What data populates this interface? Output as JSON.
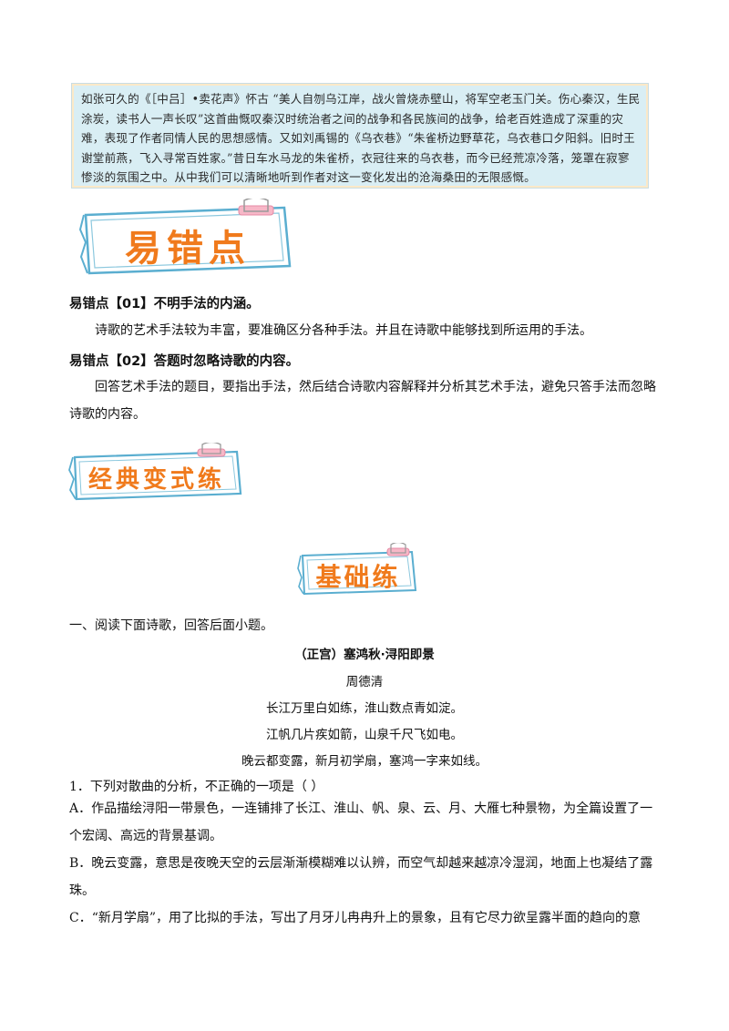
{
  "intro_text": "如张可久的《［中吕］•卖花声》怀古 “美人自刎乌江岸，战火曾烧赤壁山，将军空老玉门关。伤心秦汉，生民涂炭，读书人一声长叹”这首曲慨叹秦汉时统治者之间的战争和各民族间的战争，给老百姓造成了深重的灾难，表现了作者同情人民的思想感情。又如刘禹锡的《乌衣巷》“朱雀桥边野草花，乌衣巷口夕阳斜。旧时王谢堂前燕，飞入寻常百姓家。”昔日车水马龙的朱雀桥，衣冠往来的乌衣巷，而今已经荒凉冷落，笼罩在寂寥惨淡的氛围之中。从中我们可以清晰地听到作者对这一变化发出的沧海桑田的无限感慨。",
  "banners": {
    "errors": "易错点",
    "classic": "经典变式练",
    "basic": "基础练"
  },
  "errors": [
    {
      "heading": "易错点【01】不明手法的内涵。",
      "text": "诗歌的艺术手法较为丰富，要准确区分各种手法。并且在诗歌中能够找到所运用的手法。"
    },
    {
      "heading": "易错点【02】答题时忽略诗歌的内容。",
      "text": "回答艺术手法的题目，要指出手法，然后结合诗歌内容解释并分析其艺术手法，避免只答手法而忽略诗歌的内容。"
    }
  ],
  "section_intro": "一、阅读下面诗歌，回答后面小题。",
  "poem": {
    "title": "（正宫）塞鸿秋·浔阳即景",
    "author": "周德清",
    "lines": [
      "长江万里白如练，淮山数点青如淀。",
      "江帆几片疾如箭，山泉千尺飞如电。",
      "晚云都变露，新月初学扇，塞鸿一字来如线。"
    ]
  },
  "question": {
    "stem": "1．下列对散曲的分析，不正确的一项是（    ）",
    "options": [
      "A．作品描绘浔阳一带景色，一连铺排了长江、淮山、帆、泉、云、月、大雁七种景物，为全篇设置了一个宏阔、高远的背景基调。",
      "B．晚云变露，意思是夜晚天空的云层渐渐模糊难以认辨，而空气却越来越凉冷湿润，地面上也凝结了露珠。",
      "C．“新月学扇”，用了比拟的手法，写出了月牙儿冉冉升上的景象，且有它尽力欲呈露半面的趋向的意"
    ]
  }
}
